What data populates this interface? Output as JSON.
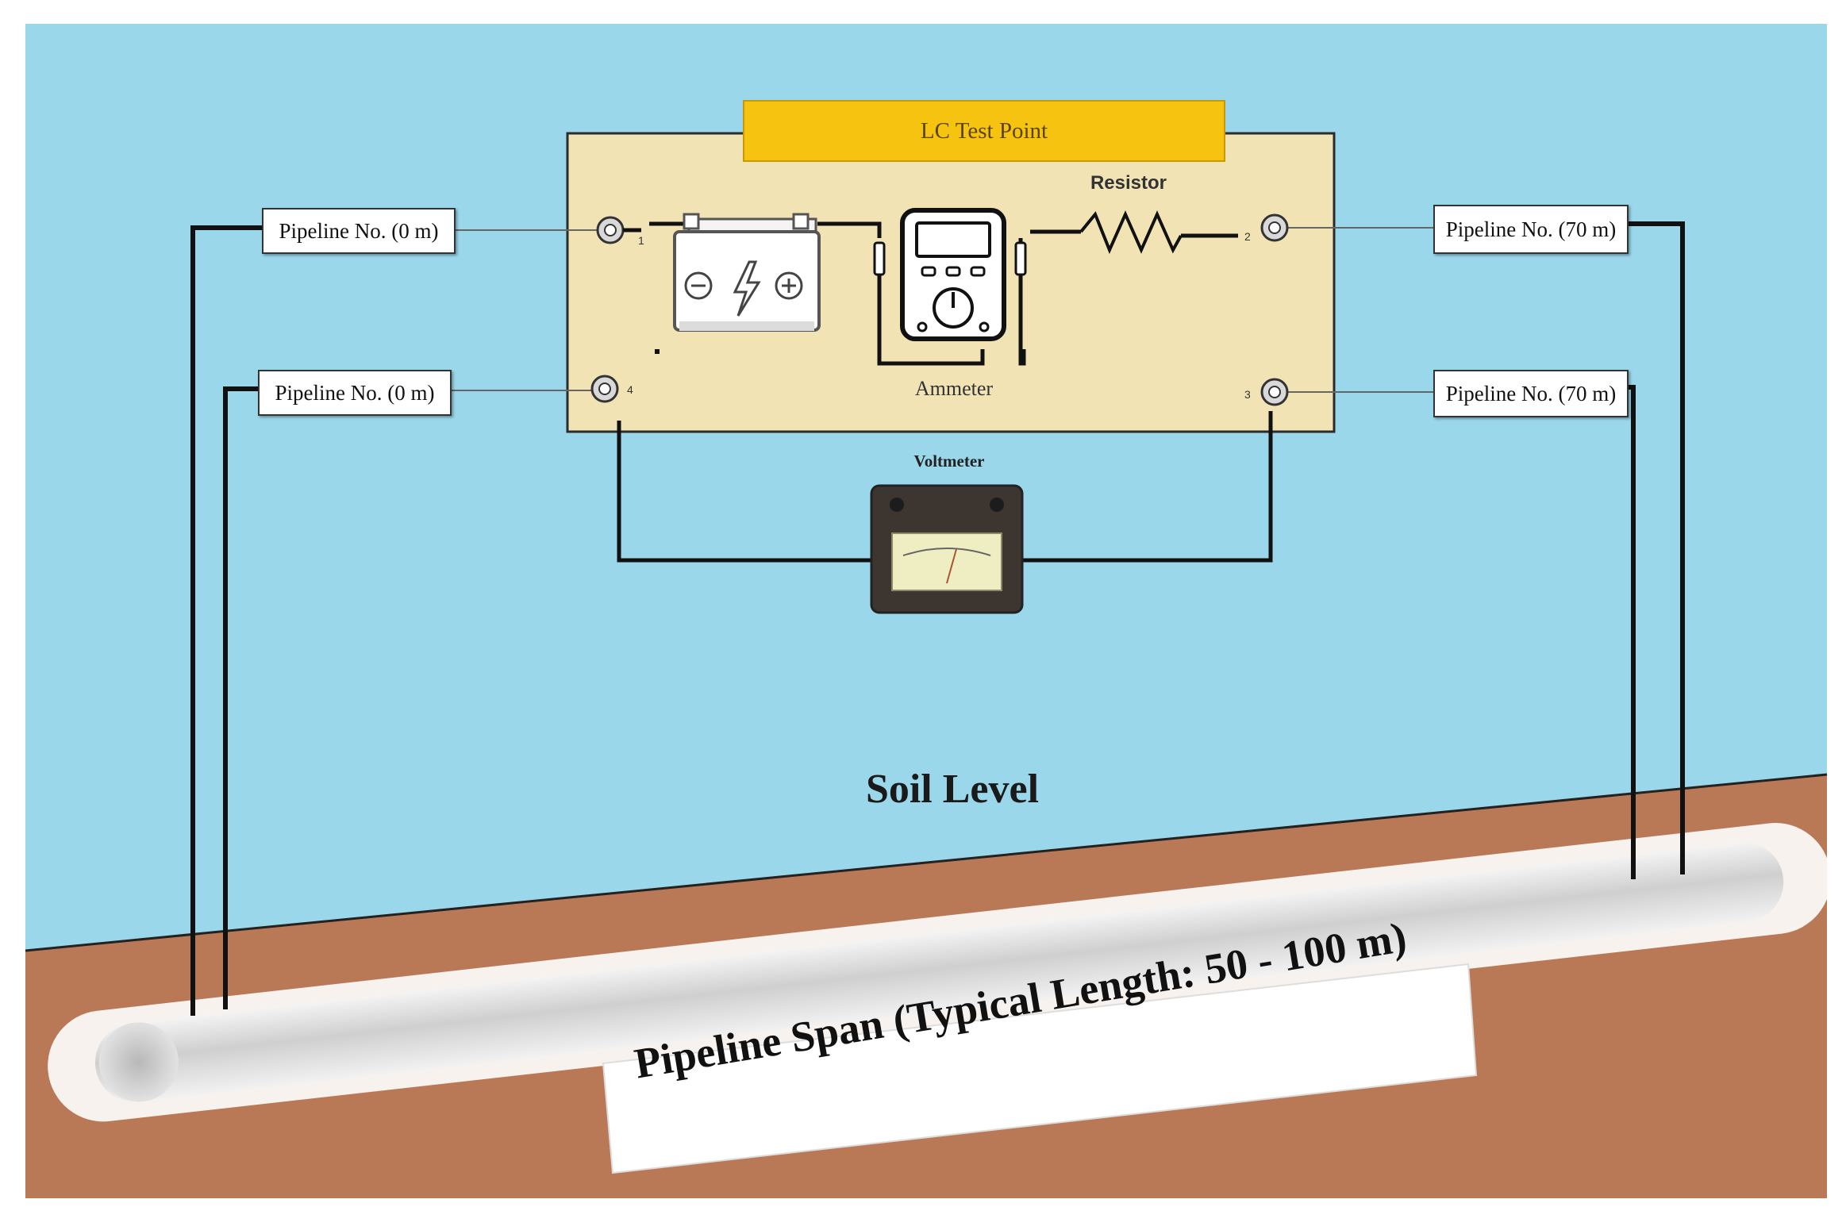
{
  "test_point": {
    "title": "LC Test Point"
  },
  "labels": {
    "pipeline_0m_top": "Pipeline No. (0 m)",
    "pipeline_0m_bottom": "Pipeline No. (0 m)",
    "pipeline_70m_top": "Pipeline No. (70 m)",
    "pipeline_70m_bottom": "Pipeline No. (70 m)",
    "resistor": "Resistor",
    "ammeter": "Ammeter",
    "voltmeter": "Voltmeter",
    "soil_level": "Soil Level",
    "pipeline_span": "Pipeline Span (Typical Length: 50 - 100 m)"
  },
  "terminals": {
    "t1": "1",
    "t2": "2",
    "t3": "3",
    "t4": "4"
  },
  "colors": {
    "sky": "#9ad7ea",
    "soil": "#b97956",
    "panel": "#f2e3b5",
    "banner": "#f6c311",
    "wire": "#111111"
  }
}
